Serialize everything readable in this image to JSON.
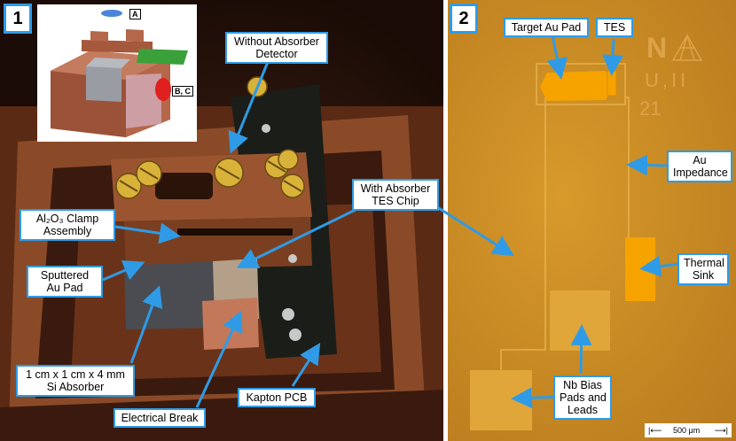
{
  "panels": {
    "left_number": "1",
    "right_number": "2"
  },
  "inset": {
    "marker_a": "A",
    "marker_bc": "B, C"
  },
  "labels": {
    "without_absorber": "Without Absorber Detector",
    "clamp_line1": "Al₂O₃ Clamp",
    "clamp_line2": "Assembly",
    "sputtered_line1": "Sputtered",
    "sputtered_line2": "Au Pad",
    "absorber_line1": "1 cm x 1 cm x 4 mm",
    "absorber_line2": "Si Absorber",
    "electrical_break": "Electrical Break",
    "kapton_pcb": "Kapton PCB",
    "with_absorber_line1": "With Absorber",
    "with_absorber_line2": "TES Chip",
    "target_pad": "Target Au Pad",
    "tes": "TES",
    "au_impedance_line1": "Au",
    "au_impedance_line2": "Impedance",
    "thermal_sink_line1": "Thermal",
    "thermal_sink_line2": "Sink",
    "nb_bias_line1": "Nb Bias",
    "nb_bias_line2": "Pads and",
    "nb_bias_line3": "Leads"
  },
  "chip_markings": {
    "logo": "N",
    "code": "U,II",
    "number": "21"
  },
  "scale_bar": {
    "text": "500 μm"
  },
  "colors": {
    "label_border": "#2f9be6",
    "arrow": "#2f9be6",
    "gold": "#f6a300",
    "chip_bg": "#c98b24"
  }
}
